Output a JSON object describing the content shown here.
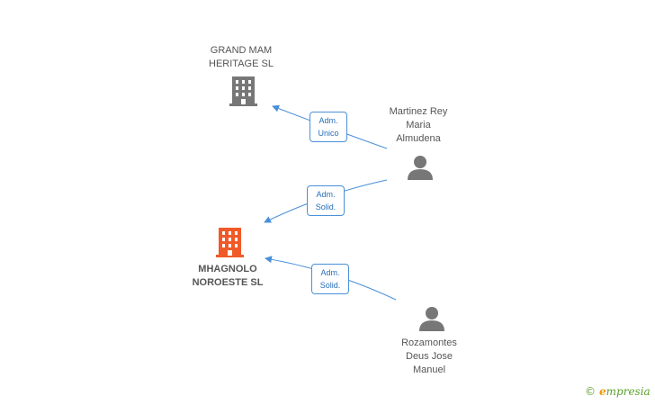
{
  "nodes": {
    "grand_mam": {
      "label": "GRAND MAM\nHERITAGE  SL"
    },
    "martinez": {
      "label": "Martinez Rey\nMaria\nAlmudena"
    },
    "mhagnolo": {
      "label": "MHAGNOLO\nNOROESTE SL"
    },
    "rozamontes": {
      "label": "Rozamontes\nDeus Jose\nManuel"
    }
  },
  "edges": {
    "e1": {
      "label": "Adm.\nUnico"
    },
    "e2": {
      "label": "Adm.\nSolid."
    },
    "e3": {
      "label": "Adm.\nSolid."
    }
  },
  "colors": {
    "company": "#777777",
    "main_company": "#f05a28",
    "person": "#777777",
    "edge": "#4a90d9"
  },
  "icons": {
    "company": "building-icon",
    "person": "person-icon"
  },
  "brand": {
    "copyright": "©",
    "e": "e",
    "rest": "mpresia"
  }
}
